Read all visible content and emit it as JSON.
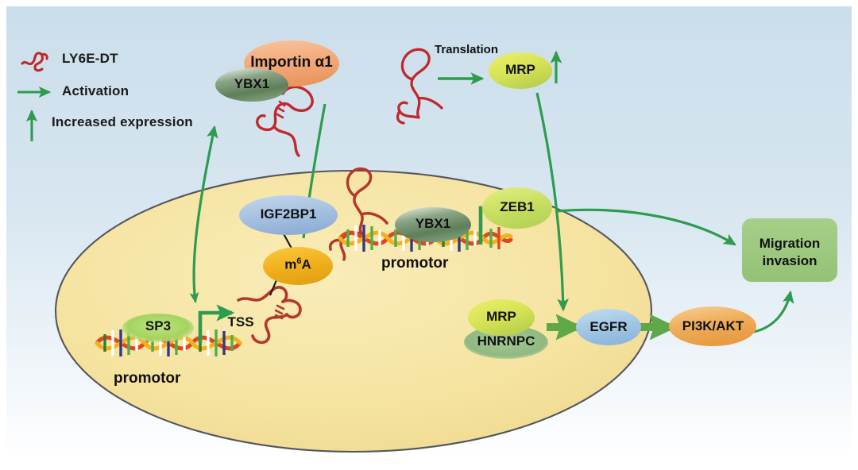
{
  "figure": {
    "type": "biological-pathway-diagram",
    "background_outer": "#ffffff",
    "cytoplasm_color_top": "#cfe0ec",
    "cytoplasm_color_bottom": "#f4f8fb",
    "nucleus_color": "#f5e4a1",
    "nucleus_border": "#4a4a52",
    "arrow_green": "#2e9b4f",
    "arrow_green_dark": "#1f7a3a",
    "rna_red": "#c0282d"
  },
  "legend": {
    "items": [
      {
        "icon": "rna-squiggle-icon",
        "label": "LY6E-DT"
      },
      {
        "icon": "right-arrow-icon",
        "label": "Activation"
      },
      {
        "icon": "up-arrow-icon",
        "label": "Increased expression"
      }
    ]
  },
  "nodes": {
    "importin": {
      "label": "Importin α1",
      "fill": "#f4ab7c",
      "shape": "ellipse"
    },
    "ybx1_cyto": {
      "label": "YBX1",
      "fill": "#6f8f6a",
      "shape": "ellipse"
    },
    "mrp_cyto": {
      "label": "MRP",
      "fill": "#d5e05a",
      "shape": "ellipse"
    },
    "igf2bp1": {
      "label": "IGF2BP1",
      "fill": "#a8c2e0",
      "shape": "ellipse"
    },
    "m6a": {
      "label": "m6A",
      "label_base": "m",
      "label_sup": "6",
      "label_tail": "A",
      "fill": "#f0b422",
      "shape": "ellipse"
    },
    "sp3": {
      "label": "SP3",
      "fill": "#9fd45e",
      "shape": "ellipse"
    },
    "tss": {
      "label": "TSS"
    },
    "promotor_left": {
      "label": "promotor"
    },
    "ybx1_nuc": {
      "label": "YBX1",
      "fill": "#6f8f6a",
      "shape": "ellipse"
    },
    "promotor_center": {
      "label": "promotor"
    },
    "zeb1": {
      "label": "ZEB1",
      "fill": "#cfe06a",
      "shape": "ellipse"
    },
    "mrp_nuc": {
      "label": "MRP",
      "fill": "#d5e05a",
      "shape": "ellipse"
    },
    "hnrnpc": {
      "label": "HNRNPC",
      "fill": "#93b884",
      "shape": "ellipse"
    },
    "egfr": {
      "label": "EGFR",
      "fill": "#a8c8e4",
      "shape": "ellipse"
    },
    "pi3k_akt": {
      "label": "PI3K/AKT",
      "fill": "#f0b05c",
      "shape": "ellipse"
    },
    "migration": {
      "label_line1": "Migration",
      "label_line2": "invasion",
      "fill": "#9ec97e",
      "shape": "rounded-rect"
    }
  },
  "annotations": {
    "translation": "Translation"
  }
}
